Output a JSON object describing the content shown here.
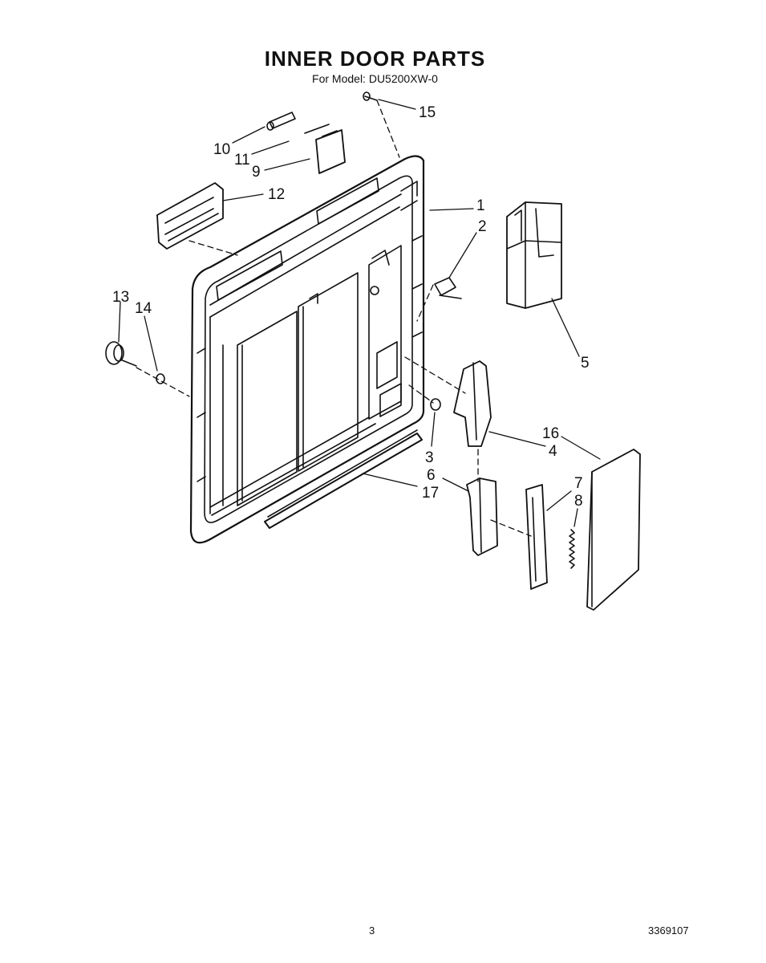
{
  "header": {
    "title": "INNER DOOR PARTS",
    "subtitle": "For Model: DU5200XW-0"
  },
  "callouts": [
    {
      "id": "1",
      "label": "1"
    },
    {
      "id": "2",
      "label": "2"
    },
    {
      "id": "3",
      "label": "3"
    },
    {
      "id": "4",
      "label": "4"
    },
    {
      "id": "5",
      "label": "5"
    },
    {
      "id": "6",
      "label": "6"
    },
    {
      "id": "7",
      "label": "7"
    },
    {
      "id": "8",
      "label": "8"
    },
    {
      "id": "9",
      "label": "9"
    },
    {
      "id": "10",
      "label": "10"
    },
    {
      "id": "11",
      "label": "11"
    },
    {
      "id": "12",
      "label": "12"
    },
    {
      "id": "13",
      "label": "13"
    },
    {
      "id": "14",
      "label": "14"
    },
    {
      "id": "15",
      "label": "15"
    },
    {
      "id": "16",
      "label": "16"
    },
    {
      "id": "17",
      "label": "17"
    }
  ],
  "footer": {
    "page_number": "3",
    "document_number": "3369107"
  }
}
